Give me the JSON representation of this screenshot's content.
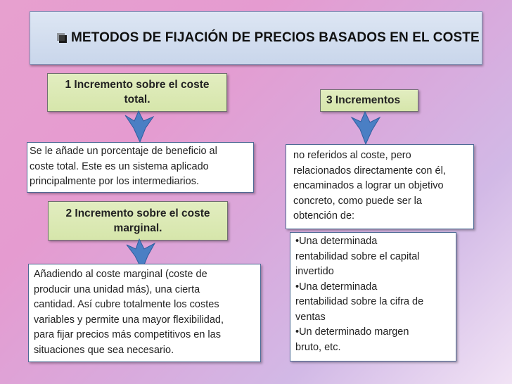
{
  "title": "METODOS DE FIJACIÓN DE PRECIOS BASADOS EN EL COSTE",
  "method1": {
    "heading_line1": "1 Incremento sobre el coste",
    "heading_line2": "total.",
    "desc_line1": "Se le añade un porcentaje de beneficio al",
    "desc_line2": "coste total. Este es un sistema aplicado",
    "desc_line3": "principalmente por los intermediarios."
  },
  "method2": {
    "heading_line1": "2 Incremento sobre el coste",
    "heading_line2": "marginal.",
    "desc_line1": "Añadiendo al coste marginal (coste de",
    "desc_line2": "producir una unidad más), una cierta",
    "desc_line3": "cantidad. Así cubre totalmente los costes",
    "desc_line4": "variables y permite una mayor flexibilidad,",
    "desc_line5": "para fijar precios más competitivos en las",
    "desc_line6": "situaciones que sea necesario."
  },
  "method3": {
    "heading": "3 Incrementos",
    "desc_line1": "no referidos al coste, pero",
    "desc_line2": "relacionados directamente con él,",
    "desc_line3": "encaminados a lograr un objetivo",
    "desc_line4": "concreto, como puede ser la",
    "desc_line5": "obtención de:",
    "list_line1": "•Una determinada",
    "list_line2": "rentabilidad sobre el capital",
    "list_line3": "invertido",
    "list_line4": "•Una determinada",
    "list_line5": "rentabilidad sobre la cifra de",
    "list_line6": "ventas",
    "list_line7": "•Un determinado margen",
    "list_line8": "bruto, etc."
  },
  "colors": {
    "arrow": "#4a7fc4",
    "heading_bg": "#d9e8b4",
    "title_bg": "#d3ddef"
  }
}
